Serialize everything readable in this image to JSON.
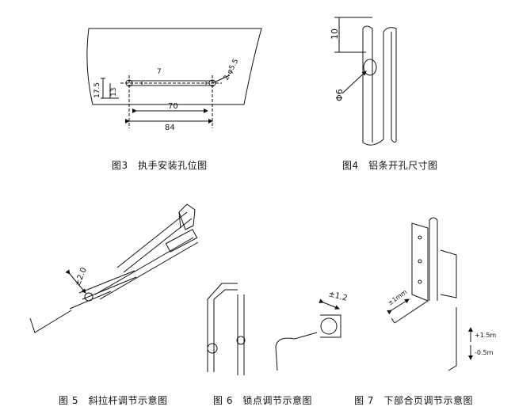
{
  "figures": [
    {
      "id": "fig3",
      "caption": "图3　执手安装孔位图",
      "labels": {
        "dim_70": "70",
        "dim_84": "84",
        "dim_17_5": "17.5",
        "dim_13": "13",
        "hole_spec": "2-φ5.5",
        "mark": "7"
      }
    },
    {
      "id": "fig4",
      "caption": "图4　铝条开孔尺寸图",
      "labels": {
        "dim_10": "10",
        "hole_dia": "Φ6"
      }
    },
    {
      "id": "fig5",
      "caption": "图 5　斜拉杆调节示意图",
      "labels": {
        "adjust": "±2.0"
      }
    },
    {
      "id": "fig6",
      "caption": "图 6　锁点调节示意图",
      "labels": {
        "adjust": "±1.2"
      }
    },
    {
      "id": "fig7",
      "caption": "图 7　下部合页调节示意图",
      "labels": {
        "adjust_diag": "±1mm",
        "adjust_up": "+1.5m",
        "adjust_down": "-0.5m"
      }
    }
  ]
}
